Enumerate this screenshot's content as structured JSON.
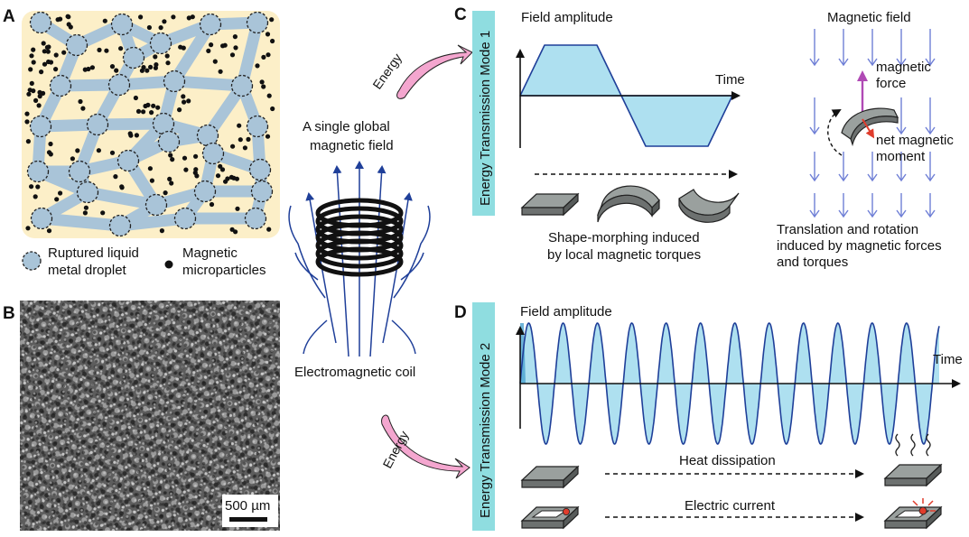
{
  "panels": {
    "a": "A",
    "b": "B",
    "c": "C",
    "d": "D"
  },
  "panel_a": {
    "legend_droplet": [
      "Ruptured liquid",
      "metal droplet"
    ],
    "legend_particles": [
      "Magnetic",
      "microparticles"
    ]
  },
  "panel_b": {
    "scale_bar": "500 µm"
  },
  "center": {
    "field_caption": [
      "A single global",
      "magnetic field"
    ],
    "energy_top": "Energy",
    "energy_bottom": "Energy",
    "coil_label": "Electromagnetic coil"
  },
  "panel_c": {
    "mode_label": "Energy Transmission Mode 1",
    "y_label": "Field amplitude",
    "x_label": "Time",
    "morph_caption": [
      "Shape-morphing induced",
      "by local magnetic torques"
    ],
    "field_label": "Magnetic field",
    "force_label": [
      "magnetic",
      "force"
    ],
    "moment_label": [
      "net magnetic",
      "moment"
    ],
    "translation_caption": [
      "Translation and rotation",
      "induced by magnetic forces",
      "and torques"
    ]
  },
  "panel_d": {
    "mode_label": "Energy Transmission Mode 2",
    "y_label": "Field amplitude",
    "x_label": "Time",
    "heat_label": "Heat dissipation",
    "current_label": "Electric current"
  },
  "colors": {
    "beige": "#fcefc8",
    "channel": "#a9c4d8",
    "fill_blue": "#aee0f0",
    "wave_blue": "#1f3f99",
    "pink": "#f4a6cf",
    "cyan_bar": "#8fdde0",
    "gray": "#7b7f7e",
    "red": "#e03c2c",
    "magenta": "#b04ab5"
  }
}
